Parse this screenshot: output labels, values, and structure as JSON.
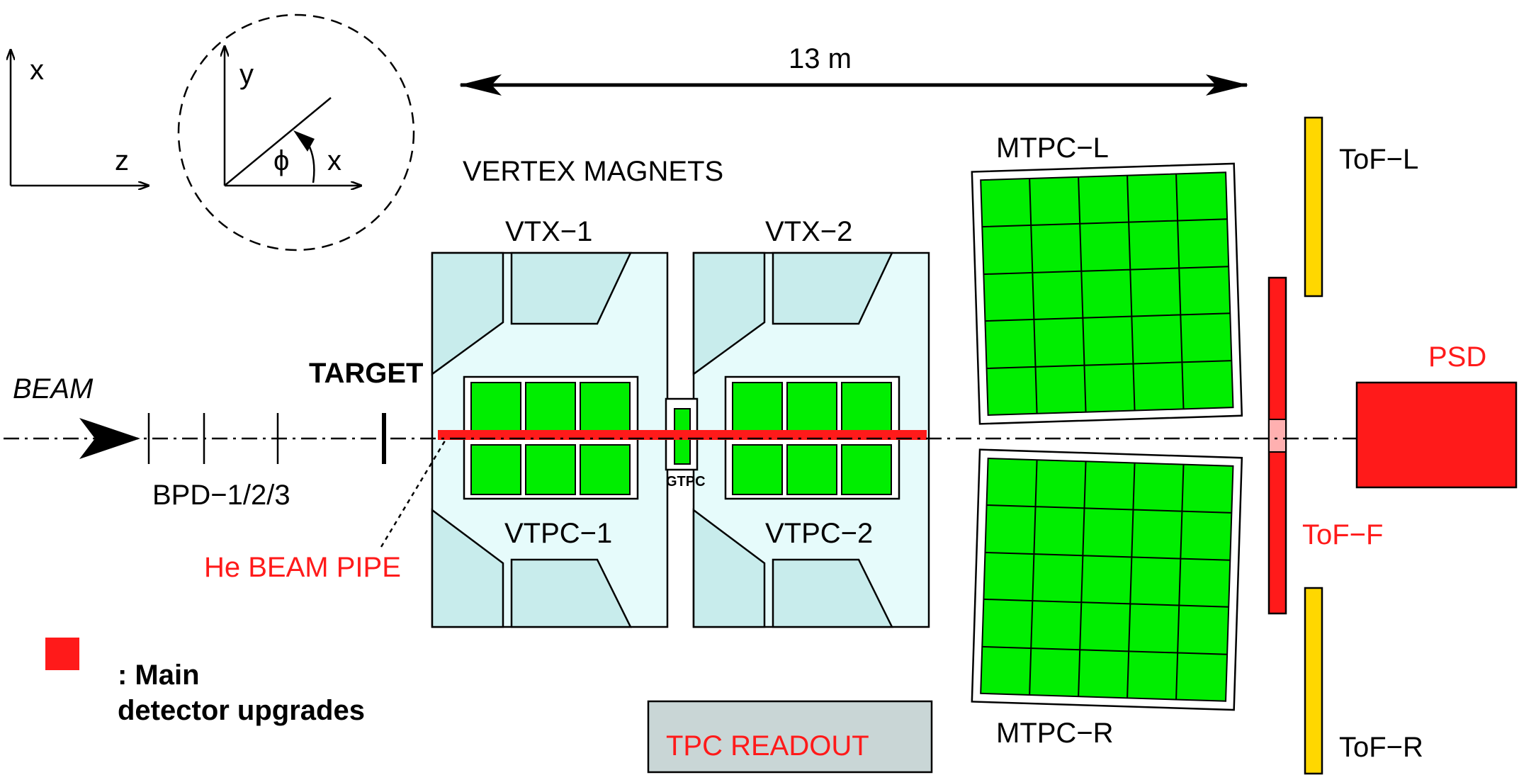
{
  "axes": {
    "left": {
      "vertical": "x",
      "horizontal": "z"
    },
    "circle": {
      "vertical": "y",
      "horizontal": "x",
      "angle": "ϕ"
    }
  },
  "labels": {
    "length": "13 m",
    "vertex_magnets": "VERTEX MAGNETS",
    "vtx1": "VTX−1",
    "vtx2": "VTX−2",
    "vtpc1": "VTPC−1",
    "vtpc2": "VTPC−2",
    "gtpc": "GTPC",
    "target": "TARGET",
    "beam": "BEAM",
    "bpd": "BPD−1/2/3",
    "he_beam_pipe": "He BEAM PIPE",
    "mtpc_l": "MTPC−L",
    "mtpc_r": "MTPC−R",
    "tof_l": "ToF−L",
    "tof_r": "ToF−R",
    "tof_f": "ToF−F",
    "psd": "PSD",
    "tpc_readout": "TPC READOUT",
    "legend_line1": ": Main",
    "legend_line2": "detector upgrades"
  },
  "colors": {
    "chamber_green": "#00ee00",
    "magnet_light": "#e6fbfb",
    "magnet_dark": "#c8ecec",
    "upgrade_red": "#ff1a1a",
    "tof_yellow": "#ffd700",
    "readout_grey": "#c9d6d6",
    "pink": "#ffb0b0"
  }
}
